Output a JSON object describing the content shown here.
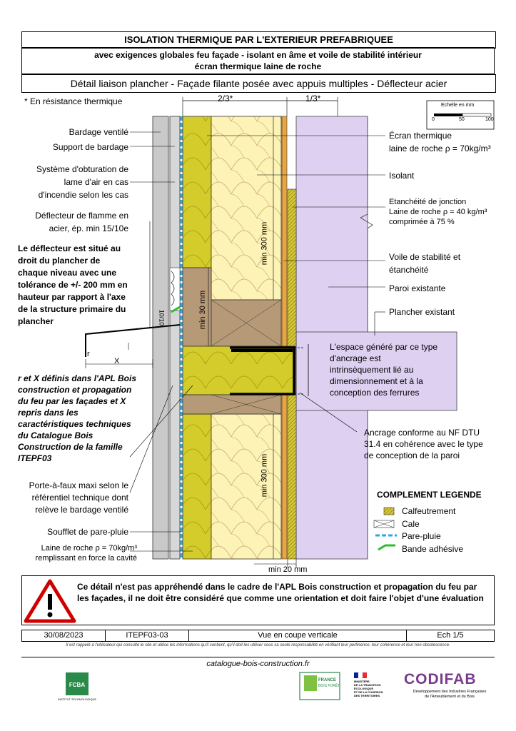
{
  "header": {
    "title": "ISOLATION THERMIQUE PAR L'EXTERIEUR PREFABRIQUEE",
    "subtitle_line1": "avec exigences globales feu façade - isolant en âme et voile de stabilité intérieur",
    "subtitle_line2": "écran thermique laine de roche",
    "detail_title": "Détail liaison plancher - Façade filante posée avec appuis multiples - Déflecteur acier"
  },
  "drawing": {
    "note_thermal": "* En résistance thermique",
    "dim_two_thirds": "2/3*",
    "dim_one_third": "1/3*",
    "scale_label": "Echelle en mm",
    "scale_ticks": [
      "0",
      "50",
      "100"
    ],
    "dim_min300_top": "min 300 mm",
    "dim_min300_bottom": "min 300 mm",
    "dim_min30": "min 30 mm",
    "dim_min20": "min 20 mm",
    "dim_1010": "10/10",
    "dim_r": "r",
    "dim_x": "X",
    "labels_left": {
      "bardage": "Bardage ventilé",
      "support": "Support de bardage",
      "obturation_1": "Système d'obturation de",
      "obturation_2": "lame d'air en cas",
      "obturation_3": "d'incendie selon les cas",
      "deflecteur_1": "Déflecteur de flamme en",
      "deflecteur_2": "acier, ép. min 15/10e",
      "deflecteur_note_1": "Le déflecteur est situé au",
      "deflecteur_note_2": "droit du plancher de",
      "deflecteur_note_3": "chaque niveau avec une",
      "deflecteur_note_4": "tolérance de +/- 200 mm en",
      "deflecteur_note_5": "hauteur par rapport à l'axe",
      "deflecteur_note_6": "de la structure primaire du",
      "deflecteur_note_7": "plancher",
      "rx_1": "r et X définis dans l'APL Bois",
      "rx_2": "construction et propagation",
      "rx_3": "du feu par les façades et X",
      "rx_4": "repris dans les",
      "rx_5": "caractéristiques techniques",
      "rx_6": "du Catalogue Bois",
      "rx_7": "Construction de la famille",
      "rx_8": "ITEPF03",
      "porte_1": "Porte-à-faux maxi selon le",
      "porte_2": "référentiel technique dont",
      "porte_3": "relève le bardage ventilé",
      "soufflet": "Soufflet de pare-pluie",
      "laine_1": "Laine de roche ρ = 70kg/m³",
      "laine_2": "remplissant en force la cavité"
    },
    "labels_right": {
      "ecran_1": "Écran thermique",
      "ecran_2": "laine de roche ρ = 70kg/m³",
      "isolant": "Isolant",
      "etanch_1": "Etanchéité de jonction",
      "etanch_2": "Laine de roche ρ = 40 kg/m³",
      "etanch_3": "comprimée à 75 %",
      "voile_1": "Voile de stabilité et",
      "voile_2": "étanchéité",
      "paroi": "Paroi existante",
      "plancher": "Plancher existant",
      "espace_1": "L'espace généré par ce type",
      "espace_2": "d'ancrage est",
      "espace_3": "intrinsèquement lié au",
      "espace_4": "dimensionnement et à la",
      "espace_5": "conception des ferrures",
      "ancrage_1": "Ancrage conforme au NF DTU",
      "ancrage_2": "31.4 en cohérence avec le type",
      "ancrage_3": "de conception de la paroi"
    },
    "legend": {
      "title": "COMPLEMENT LEGENDE",
      "items": [
        "Calfeutrement",
        "Cale",
        "Pare-pluie",
        "Bande adhésive"
      ]
    },
    "colors": {
      "wood": "#b69a78",
      "insulation": "#fdf3b6",
      "rockwool": "#d4cc2a",
      "existing_wall": "#ddd0f0",
      "cladding": "#c9c9c9",
      "rain_barrier": "#2aa9e0",
      "adhesive": "#2dbd2d"
    }
  },
  "warning": {
    "text": "Ce détail n'est pas appréhendé dans le cadre de l'APL Bois construction et propagation du feu par les façades, il ne doit être considéré que comme une orientation et doit faire l'objet d'une évaluation"
  },
  "footer": {
    "date": "30/08/2023",
    "code": "ITEPF03-03",
    "view": "Vue en coupe verticale",
    "scale": "Ech 1/5",
    "disclaimer": "Il est rappelé à l'utilisateur qui consulte le site et utilise les informations qu'il contient, qu'il doit les utiliser sous sa seule responsabilité en vérifiant leur pertinence, leur cohérence et leur non obsolescence.",
    "website": "catalogue-bois-construction.fr"
  },
  "logos": {
    "fcba": "FCBA",
    "fcba_sub": "INSTITUT TECHNOLOGIQUE",
    "codifab": "CODIFAB",
    "codifab_sub_1": "Développement des Industries Françaises",
    "codifab_sub_2": "de l'Ameublement et du Bois",
    "ministere_1": "MINISTÈRE",
    "ministere_2": "DE LA TRANSITION",
    "ministere_3": "ÉCOLOGIQUE",
    "ministere_4": "ET DE LA COHÉSION",
    "ministere_5": "DES TERRITOIRES",
    "france": "FRANCE",
    "france_sub": "BOIS FORÊT"
  }
}
